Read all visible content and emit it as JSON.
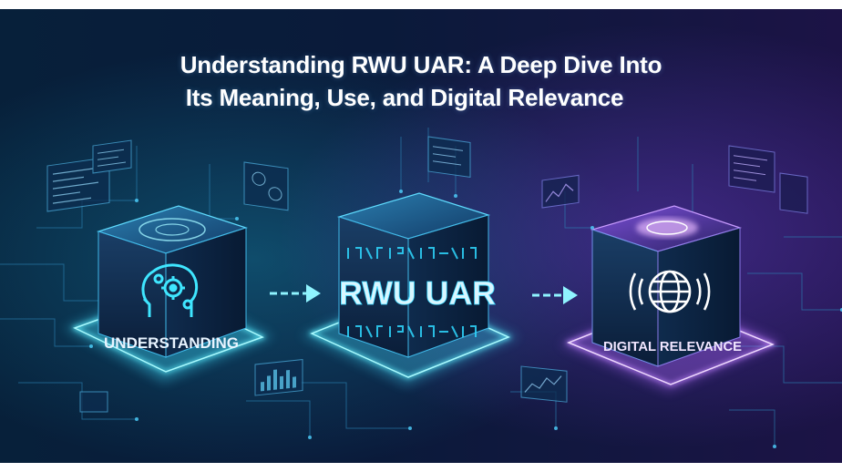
{
  "title": {
    "line1": "Understanding RWU UAR: A Deep Dive Into",
    "line2": "Its Meaning, Use, and Digital Relevance"
  },
  "cubes": [
    {
      "label": "UNDERSTANDING",
      "icon": "brain-gear-icon"
    },
    {
      "label": "RWU UAR",
      "icon": "glyph-code-icon"
    },
    {
      "label": "DIGITAL RELEVANCE",
      "icon": "globe-signal-icon"
    }
  ],
  "colors": {
    "background_dark": "#061229",
    "cyan_glow": "#3fe0ff",
    "purple_glow": "#b36bff",
    "label_text": "#e8f4ff"
  }
}
